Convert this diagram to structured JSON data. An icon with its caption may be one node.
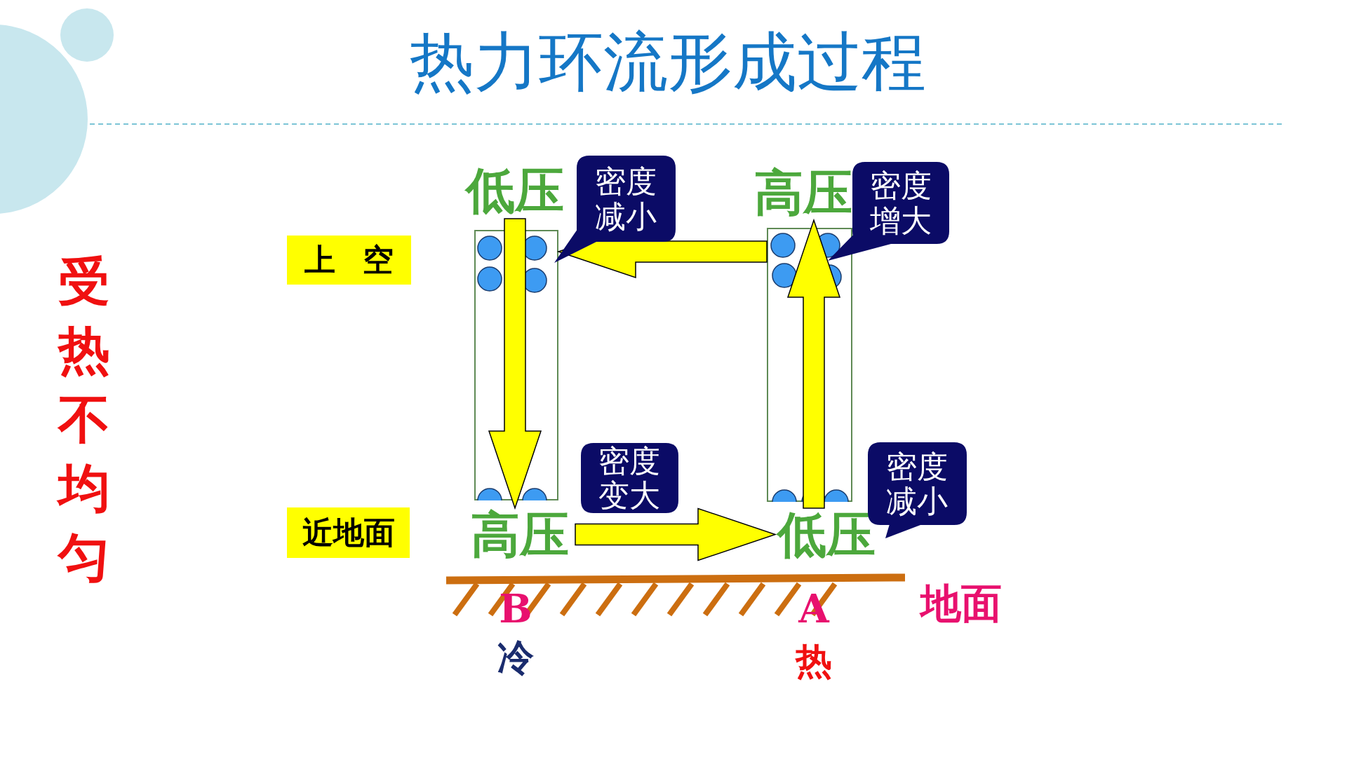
{
  "diagram": {
    "title": "热力环流形成过程",
    "nodes": [
      {
        "text": [
          "低压"
        ]
      },
      {
        "text": [
          "高压"
        ]
      },
      {
        "text": [
          "高压"
        ]
      },
      {
        "text": [
          "低压"
        ]
      },
      {
        "text": [],
        "shape": "box"
      },
      {
        "text": [],
        "shape": "box"
      },
      {
        "text": [
          "密度减小"
        ]
      },
      {
        "text": [
          "密度增大"
        ]
      },
      {
        "text": [
          "密度变大"
        ]
      },
      {
        "text": [
          "密度减小"
        ]
      }
    ],
    "edges": [
      {
        "from": 0,
        "to": 2,
        "arrow": "to"
      },
      {
        "from": 2,
        "to": 3,
        "arrow": "to"
      },
      {
        "from": 3,
        "to": 1,
        "arrow": "to"
      },
      {
        "from": 5,
        "to": 4,
        "arrow": "to"
      }
    ],
    "labels": [
      "受热不均匀",
      "上空",
      "近地面",
      "B",
      "A",
      "冷",
      "热",
      "地面"
    ]
  }
}
